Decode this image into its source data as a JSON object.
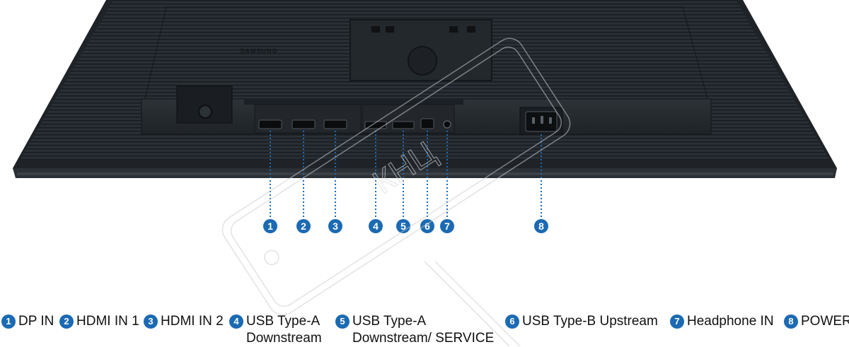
{
  "brand": "SAMSUNG",
  "accent_color": "#1b6ab3",
  "ports": [
    {
      "number": "1",
      "label": "DP IN",
      "label2": ""
    },
    {
      "number": "2",
      "label": "HDMI IN 1",
      "label2": ""
    },
    {
      "number": "3",
      "label": "HDMI IN 2",
      "label2": ""
    },
    {
      "number": "4",
      "label": "USB Type-A",
      "label2": "Downstream"
    },
    {
      "number": "5",
      "label": "USB Type-A",
      "label2": "Downstream/ SERVICE"
    },
    {
      "number": "6",
      "label": "USB Type-B Upstream",
      "label2": ""
    },
    {
      "number": "7",
      "label": "Headphone IN",
      "label2": ""
    },
    {
      "number": "8",
      "label": "POWER",
      "label2": ""
    }
  ],
  "watermark_text": "КНЦ"
}
